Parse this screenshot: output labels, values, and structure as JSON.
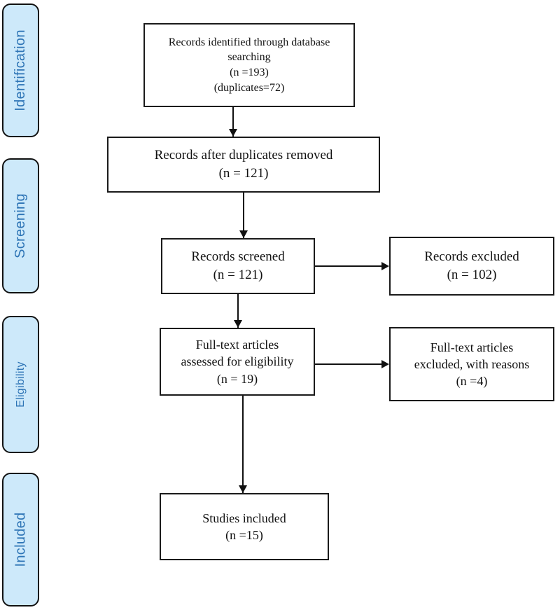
{
  "stages": [
    {
      "label": "Identification"
    },
    {
      "label": "Screening"
    },
    {
      "label": "Eligibility"
    },
    {
      "label": "Included"
    }
  ],
  "boxes": {
    "identified": {
      "text": "Records identified through database\nsearching\n(n =193)\n(duplicates=72)"
    },
    "after_duplicates": {
      "text": "Records after duplicates removed\n(n = 121)"
    },
    "screened": {
      "text": "Records screened\n(n = 121)"
    },
    "excluded": {
      "text": "Records excluded\n(n = 102)"
    },
    "fulltext": {
      "text": "Full-text articles\nassessed for eligibility\n(n = 19)"
    },
    "fulltext_excluded": {
      "text": "Full-text articles\nexcluded, with reasons\n(n =4)"
    },
    "included": {
      "text": "Studies included\n(n =15)"
    }
  },
  "counts": {
    "identified": 193,
    "duplicates": 72,
    "after_duplicates": 121,
    "screened": 121,
    "excluded": 102,
    "fulltext_assessed": 19,
    "fulltext_excluded": 4,
    "studies_included": 15
  },
  "colors": {
    "stage_fill": "#cde9fa",
    "stage_text": "#2e75b6",
    "box_border": "#1a1a1a",
    "arrow": "#111111"
  }
}
